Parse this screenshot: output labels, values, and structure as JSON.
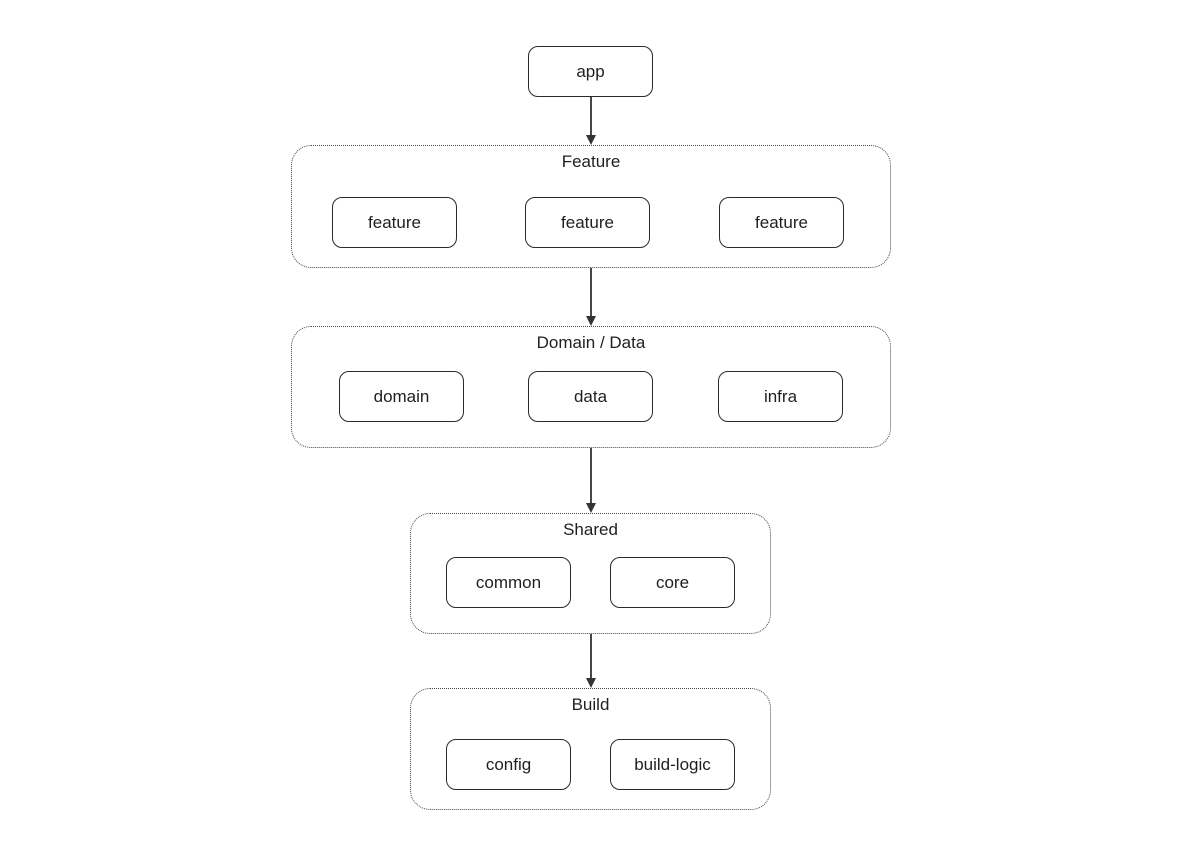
{
  "app": {
    "label": "app"
  },
  "groups": {
    "feature": {
      "title": "Feature",
      "nodes": [
        "feature",
        "feature",
        "feature"
      ]
    },
    "domain_data": {
      "title": "Domain / Data",
      "nodes": [
        "domain",
        "data",
        "infra"
      ]
    },
    "shared": {
      "title": "Shared",
      "nodes": [
        "common",
        "core"
      ]
    },
    "build": {
      "title": "Build",
      "nodes": [
        "config",
        "build-logic"
      ]
    }
  },
  "edges": [
    {
      "from": "app",
      "to": "Feature"
    },
    {
      "from": "Feature",
      "to": "Domain / Data"
    },
    {
      "from": "Domain / Data",
      "to": "Shared"
    },
    {
      "from": "Shared",
      "to": "Build"
    }
  ],
  "colors": {
    "stroke": "#2a2a2a",
    "group_border": "#444444",
    "background": "#ffffff"
  }
}
